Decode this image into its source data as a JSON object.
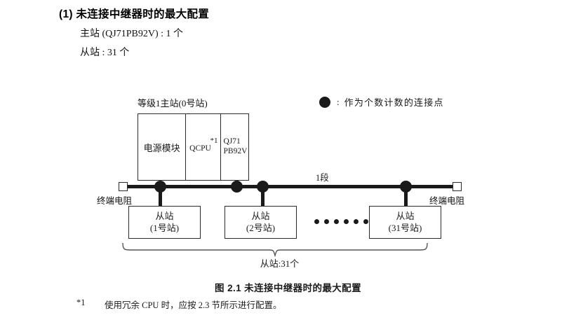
{
  "heading": {
    "number": "(1)",
    "title": "未连接中继器时的最大配置",
    "specs": [
      "主站 (QJ71PB92V) : 1 个",
      "从站 : 31 个"
    ]
  },
  "diagram": {
    "master_station_label": "等级1主站(0号站)",
    "master_module": {
      "power_label": "电源模块",
      "cpu_label": "QCPU",
      "cpu_footnote_mark": "*1",
      "network_label_line1": "QJ71",
      "network_label_line2": "PB92V"
    },
    "segment_label": "1段",
    "terminal_resistor_left_label": "终端电阻",
    "terminal_resistor_right_label": "终端电阻",
    "slaves": [
      {
        "line1": "从站",
        "line2": "(1号站)"
      },
      {
        "line1": "从站",
        "line2": "(2号站)"
      },
      {
        "line1": "从站",
        "line2": "(31号站)"
      }
    ],
    "ellipsis_dot_count": 6,
    "slave_count_label": "从站:31个",
    "legend": {
      "symbol": "filled-circle",
      "separator": ":",
      "text": "作为个数计数的连接点"
    },
    "connection_dot_count": 4,
    "colors": {
      "line": "#1a1a1a",
      "box_border": "#2b2b2b",
      "background": "#ffffff",
      "text": "#111111"
    }
  },
  "figure_caption": "图 2.1  未连接中继器时的最大配置",
  "footnote": {
    "mark": "*1",
    "text": "使用冗余 CPU 时，应按 2.3 节所示进行配置。"
  }
}
